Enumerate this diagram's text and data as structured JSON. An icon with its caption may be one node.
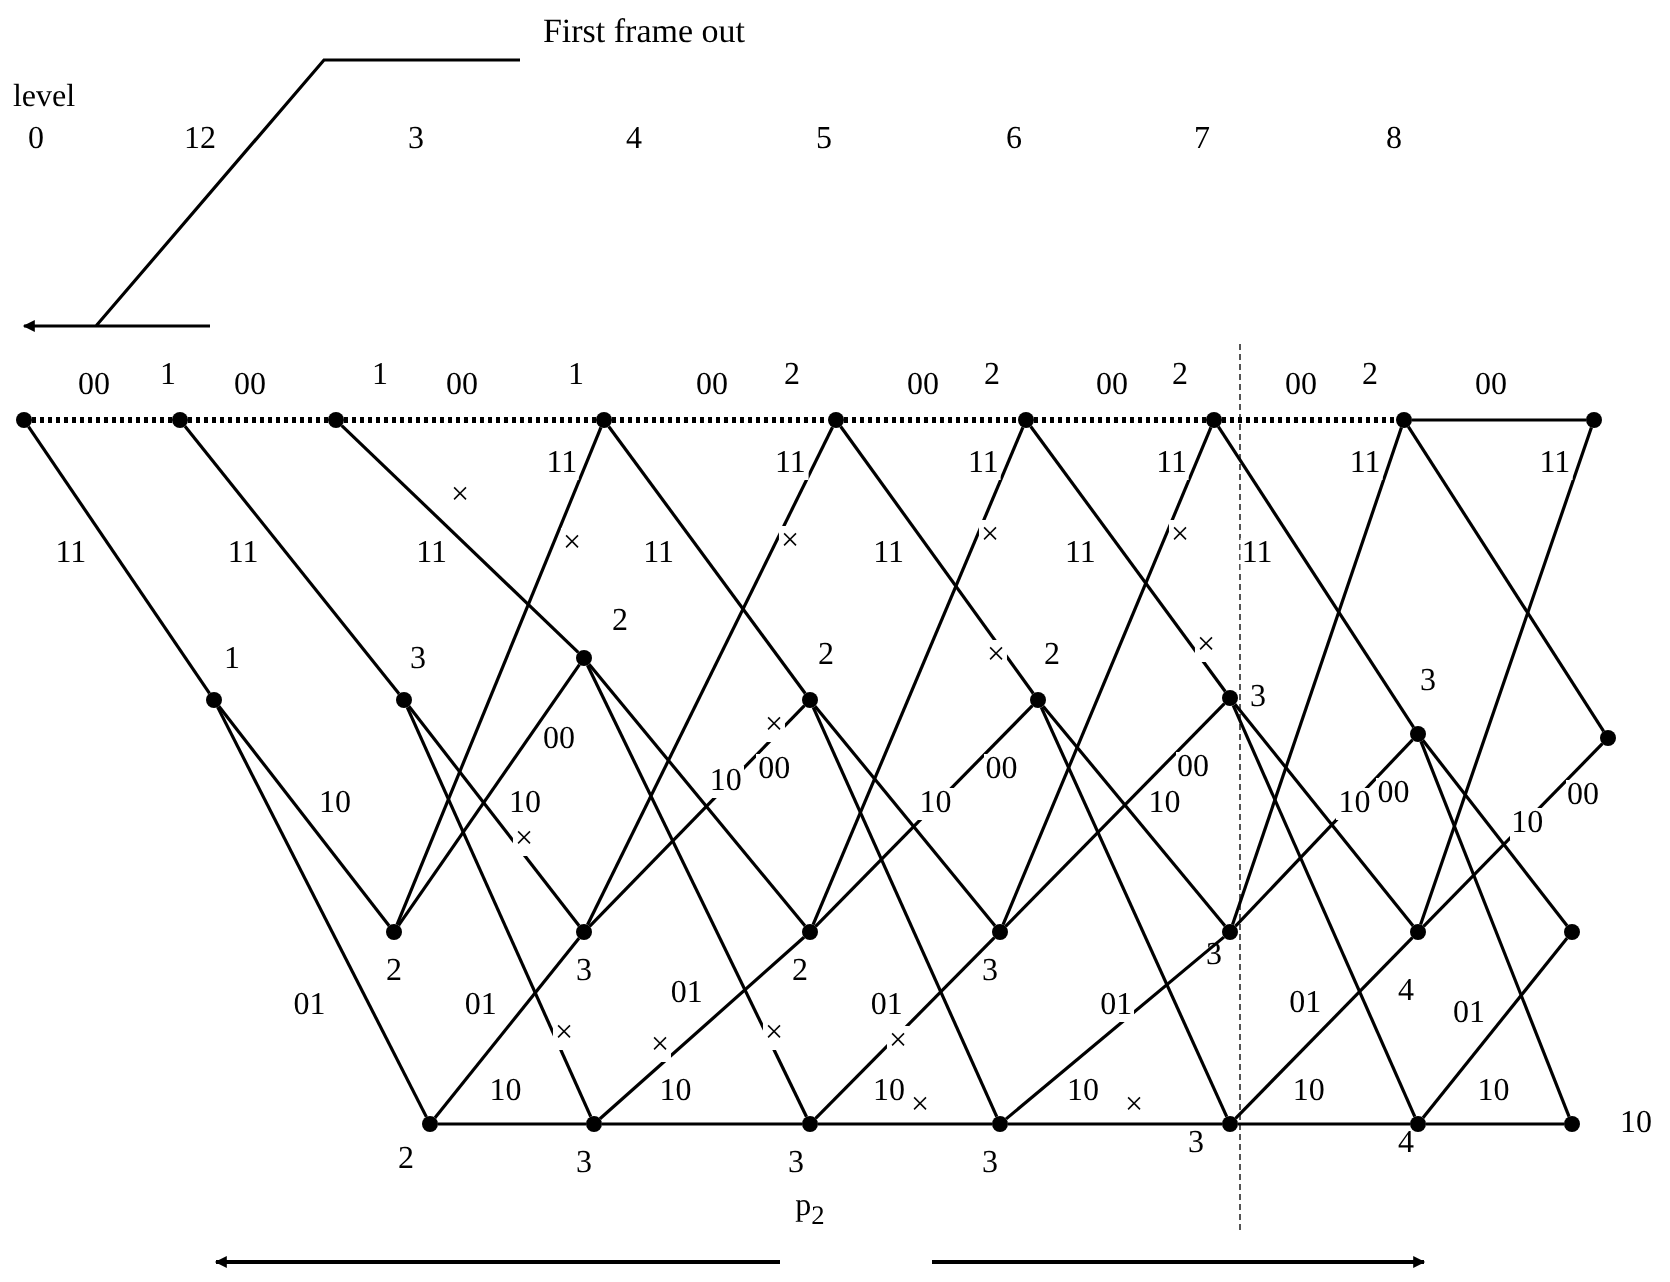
{
  "diagram": {
    "nodes": [
      {
        "text": [
          "First frame out"
        ]
      },
      {
        "text": [],
        "shape": "circle"
      },
      {
        "text": [],
        "shape": "circle",
        "beside": [
          "1"
        ]
      },
      {
        "text": [],
        "shape": "circle",
        "beside": [
          "1"
        ]
      },
      {
        "text": [],
        "shape": "circle",
        "beside": [
          "1"
        ]
      },
      {
        "text": [],
        "shape": "circle",
        "beside": [
          "2"
        ]
      },
      {
        "text": [],
        "shape": "circle",
        "beside": [
          "2"
        ]
      },
      {
        "text": [],
        "shape": "circle",
        "beside": [
          "2"
        ]
      },
      {
        "text": [],
        "shape": "circle",
        "beside": [
          "2"
        ]
      },
      {
        "text": [],
        "shape": "circle"
      },
      {
        "text": [],
        "shape": "circle",
        "beside": [
          "1"
        ]
      },
      {
        "text": [],
        "shape": "circle",
        "beside": [
          "3"
        ]
      },
      {
        "text": [],
        "shape": "circle",
        "beside": [
          "2"
        ]
      },
      {
        "text": [],
        "shape": "circle",
        "beside": [
          "2"
        ]
      },
      {
        "text": [],
        "shape": "circle",
        "beside": [
          "2"
        ]
      },
      {
        "text": [],
        "shape": "circle",
        "beside": [
          "3"
        ]
      },
      {
        "text": [],
        "shape": "circle",
        "beside": [
          "3"
        ]
      },
      {
        "text": [],
        "shape": "circle"
      },
      {
        "text": [],
        "shape": "circle",
        "beside": [
          "2"
        ]
      },
      {
        "text": [],
        "shape": "circle",
        "beside": [
          "3"
        ]
      },
      {
        "text": [],
        "shape": "circle",
        "beside": [
          "2"
        ]
      },
      {
        "text": [],
        "shape": "circle",
        "beside": [
          "3"
        ]
      },
      {
        "text": [],
        "shape": "circle",
        "beside": [
          "3"
        ]
      },
      {
        "text": [],
        "shape": "circle",
        "beside": [
          "4"
        ]
      },
      {
        "text": [],
        "shape": "circle"
      },
      {
        "text": [],
        "shape": "circle",
        "beside": [
          "2"
        ]
      },
      {
        "text": [],
        "shape": "circle",
        "beside": [
          "3"
        ]
      },
      {
        "text": [],
        "shape": "circle",
        "beside": [
          "3"
        ]
      },
      {
        "text": [],
        "shape": "circle",
        "beside": [
          "3"
        ]
      },
      {
        "text": [],
        "shape": "circle",
        "beside": [
          "3"
        ]
      },
      {
        "text": [],
        "shape": "circle",
        "beside": [
          "4"
        ]
      },
      {
        "text": [],
        "shape": "circle",
        "beside": [
          "10"
        ]
      }
    ],
    "edges": [
      {
        "from": 0,
        "to": null,
        "arrow": "to"
      },
      {
        "from": 1,
        "to": 2,
        "arrow": "none",
        "label": "00",
        "style": "dashed"
      },
      {
        "from": 2,
        "to": 3,
        "arrow": "none",
        "label": "00",
        "style": "dashed"
      },
      {
        "from": 3,
        "to": 4,
        "arrow": "none",
        "label": "00",
        "style": "dashed"
      },
      {
        "from": 4,
        "to": 5,
        "arrow": "none",
        "label": "00",
        "style": "dashed"
      },
      {
        "from": 5,
        "to": 6,
        "arrow": "none",
        "label": "00",
        "style": "dashed"
      },
      {
        "from": 6,
        "to": 7,
        "arrow": "none",
        "label": "00",
        "style": "dashed"
      },
      {
        "from": 7,
        "to": 8,
        "arrow": "none",
        "label": "00",
        "style": "dashed"
      },
      {
        "from": 8,
        "to": 9,
        "arrow": "none",
        "label": "00"
      },
      {
        "from": 1,
        "to": 10,
        "arrow": "none",
        "label": "11"
      },
      {
        "from": 2,
        "to": 11,
        "arrow": "none",
        "label": "11"
      },
      {
        "from": 3,
        "to": 12,
        "arrow": "none",
        "label": "11"
      },
      {
        "from": 4,
        "to": 13,
        "arrow": "none",
        "label": "11"
      },
      {
        "from": 5,
        "to": 14,
        "arrow": "none",
        "label": "11"
      },
      {
        "from": 6,
        "to": 15,
        "arrow": "none",
        "label": "11"
      },
      {
        "from": 7,
        "to": 16,
        "arrow": "none",
        "label": "11"
      },
      {
        "from": 8,
        "to": 17,
        "arrow": "none"
      },
      {
        "from": 10,
        "to": 18,
        "arrow": "none",
        "label": "10"
      },
      {
        "from": 11,
        "to": 19,
        "arrow": "none",
        "label": "10"
      },
      {
        "from": 12,
        "to": 20,
        "arrow": "none",
        "label": "10"
      },
      {
        "from": 13,
        "to": 21,
        "arrow": "none",
        "label": "10"
      },
      {
        "from": 14,
        "to": 22,
        "arrow": "none",
        "label": "10"
      },
      {
        "from": 15,
        "to": 23,
        "arrow": "none",
        "label": "10"
      },
      {
        "from": 16,
        "to": 24,
        "arrow": "none",
        "label": "10"
      },
      {
        "from": 10,
        "to": 25,
        "arrow": "none",
        "label": "01"
      },
      {
        "from": 11,
        "to": 26,
        "arrow": "none",
        "label": "01"
      },
      {
        "from": 12,
        "to": 27,
        "arrow": "none",
        "label": "01"
      },
      {
        "from": 13,
        "to": 28,
        "arrow": "none",
        "label": "01"
      },
      {
        "from": 14,
        "to": 29,
        "arrow": "none",
        "label": "01"
      },
      {
        "from": 15,
        "to": 30,
        "arrow": "none",
        "label": "01"
      },
      {
        "from": 16,
        "to": 31,
        "arrow": "none",
        "label": "01"
      },
      {
        "from": 18,
        "to": 4,
        "arrow": "none",
        "label": "11"
      },
      {
        "from": 19,
        "to": 5,
        "arrow": "none",
        "label": "11"
      },
      {
        "from": 20,
        "to": 6,
        "arrow": "none",
        "label": "11"
      },
      {
        "from": 21,
        "to": 7,
        "arrow": "none",
        "label": "11"
      },
      {
        "from": 22,
        "to": 8,
        "arrow": "none",
        "label": "11"
      },
      {
        "from": 23,
        "to": 9,
        "arrow": "none",
        "label": "11"
      },
      {
        "from": 18,
        "to": 12,
        "arrow": "none",
        "label": "00"
      },
      {
        "from": 19,
        "to": 13,
        "arrow": "none",
        "label": "00"
      },
      {
        "from": 20,
        "to": 14,
        "arrow": "none",
        "label": "00"
      },
      {
        "from": 21,
        "to": 15,
        "arrow": "none",
        "label": "00"
      },
      {
        "from": 22,
        "to": 16,
        "arrow": "none",
        "label": "00"
      },
      {
        "from": 23,
        "to": 17,
        "arrow": "none",
        "label": "00"
      },
      {
        "from": 25,
        "to": 19,
        "arrow": "none",
        "label": "10"
      },
      {
        "from": 26,
        "to": 20,
        "arrow": "none",
        "label": "10"
      },
      {
        "from": 27,
        "to": 21,
        "arrow": "none",
        "label": "10"
      },
      {
        "from": 28,
        "to": 22,
        "arrow": "none",
        "label": "10"
      },
      {
        "from": 29,
        "to": 23,
        "arrow": "none",
        "label": "10"
      },
      {
        "from": 30,
        "to": 24,
        "arrow": "none",
        "label": "10"
      },
      {
        "from": 25,
        "to": 26,
        "arrow": "none"
      },
      {
        "from": 26,
        "to": 27,
        "arrow": "none"
      },
      {
        "from": 27,
        "to": 28,
        "arrow": "none"
      },
      {
        "from": 28,
        "to": 29,
        "arrow": "none"
      },
      {
        "from": 29,
        "to": 30,
        "arrow": "none"
      },
      {
        "from": 30,
        "to": 31,
        "arrow": "none"
      }
    ],
    "labels": [
      "level",
      "0",
      "12",
      "3",
      "4",
      "5",
      "6",
      "7",
      "8",
      "p$_{2}$",
      "×",
      "×",
      "×",
      "×",
      "×",
      "×",
      "×",
      "×",
      "×",
      "×",
      "×",
      "×",
      "×",
      "×",
      "×"
    ]
  }
}
